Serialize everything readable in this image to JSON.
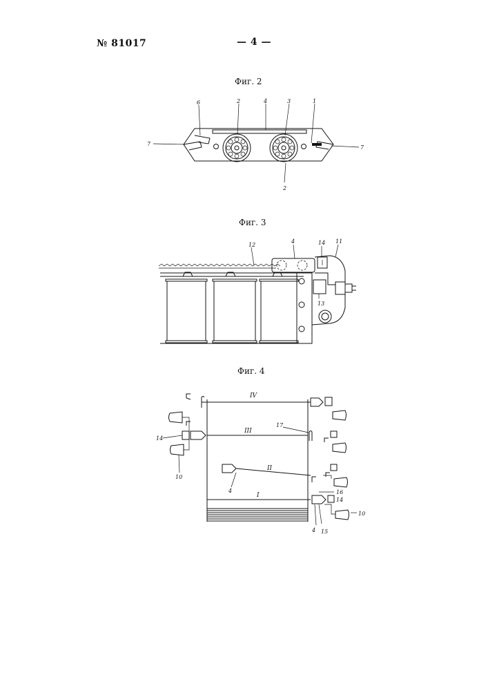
{
  "header": {
    "patent_number": "№ 81017",
    "page_number": "— 4 —"
  },
  "figures": [
    {
      "caption": "Фиг. 2",
      "labels": [
        "6",
        "2",
        "4",
        "3",
        "1",
        "7",
        "7",
        "2"
      ]
    },
    {
      "caption": "Фиг. 3",
      "labels": [
        "12",
        "4",
        "14",
        "11",
        "13"
      ]
    },
    {
      "caption": "Фиг. 4",
      "labels": [
        "IV",
        "III",
        "II",
        "I",
        "17",
        "14",
        "10",
        "4",
        "16",
        "14",
        "15",
        "4",
        "10"
      ]
    }
  ]
}
